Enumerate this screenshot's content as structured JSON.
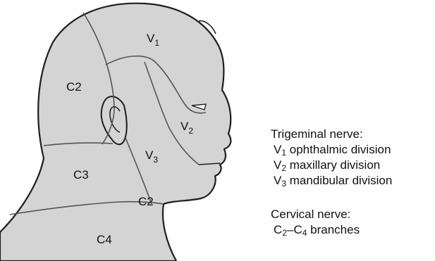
{
  "figure": {
    "regions": {
      "v1": {
        "main": "V",
        "sub": "1"
      },
      "v2": {
        "main": "V",
        "sub": "2"
      },
      "v3": {
        "main": "V",
        "sub": "3"
      },
      "c2_upper": "C2",
      "c2_lower": "C2",
      "c3": "C3",
      "c4": "C4"
    },
    "colors": {
      "skin": "#d4d4d4",
      "outline": "#1e1e1e",
      "boundary": "#555555"
    }
  },
  "legend": {
    "trigeminal_title": "Trigeminal nerve:",
    "items": [
      {
        "main": "V",
        "sub": "1",
        "text": "ophthalmic division"
      },
      {
        "main": "V",
        "sub": "2",
        "text": "maxillary division"
      },
      {
        "main": "V",
        "sub": "3",
        "text": "mandibular division"
      }
    ],
    "cervical_title": "Cervical nerve:",
    "cervical_item": {
      "a": "C",
      "a_sub": "2",
      "dash": "–",
      "b": "C",
      "b_sub": "4",
      "text": "branches"
    }
  }
}
